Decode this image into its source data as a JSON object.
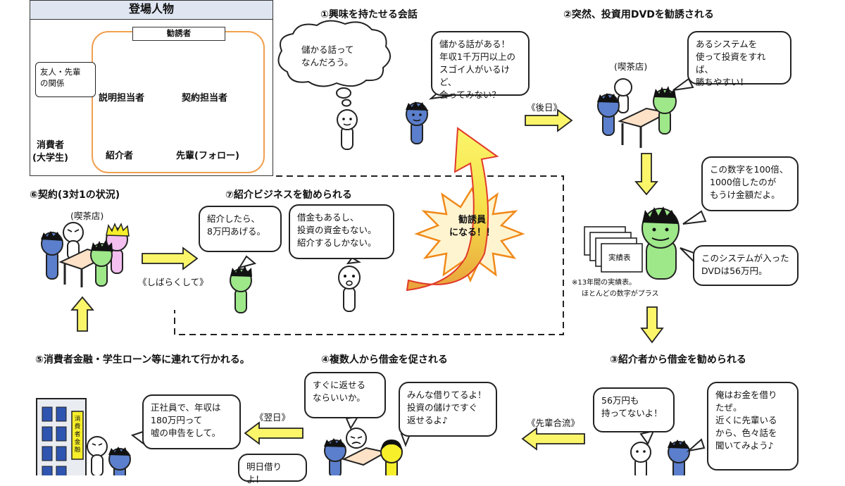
{
  "cast": {
    "header": "登場人物",
    "group_label": "勧誘者",
    "relation_note": "友人・先輩\nの関係",
    "roles": {
      "explainer": "説明担当者",
      "contractor": "契約担当者",
      "consumer": "消費者\n(大学生)",
      "introducer": "紹介者",
      "senior": "先輩(フォロー)"
    }
  },
  "steps": {
    "s1": {
      "title": "①興味を持たせる会話",
      "thought": "儲かる話って\nなんだろう。",
      "speech": "儲かる話がある！\n年収1千万円以上の\nスゴイ人がいるけど、\n会ってみない？"
    },
    "s2": {
      "title": "②突然、投資用DVDを勧誘される",
      "place": "(喫茶店)",
      "speech": "あるシステムを\n使って投資をすれば、\n勝ちやすい！",
      "speech2": "この数字を100倍、\n1000倍したのが\nもうけ金額だよ。",
      "speech3": "このシステムが入った\nDVDは56万円。",
      "record_label": "実績表",
      "note1": "※13年間の実績表。",
      "note2": "ほとんどの数字がプラス"
    },
    "s3": {
      "title": "③紹介者から借金を勧められる",
      "speech_consumer": "56万円も\n持ってないよ！",
      "speech_senior": "俺はお金を借り\nたぜ。\n近くに先輩いる\nから、色々話を\n聞いてみよう♪"
    },
    "s4": {
      "title": "④複数人から借金を促される",
      "speech1": "すぐに返せる\nならいいか。",
      "speech2": "みんな借りてるよ！\n投資の儲けですぐ\n返せるよ♪",
      "speech3": "明日借りよ！"
    },
    "s5": {
      "title": "⑤消費者金融・学生ローン等に連れて行かれる。",
      "speech": "正社員で、年収は\n180万円って\n嘘の申告をして。",
      "building_sign": "消費者金融"
    },
    "s6": {
      "title": "⑥契約(3対1の状況)",
      "place": "(喫茶店)"
    },
    "s7": {
      "title": "⑦紹介ビジネスを勧められる",
      "speech1": "紹介したら、\n8万円あげる。",
      "speech2": "借金もあるし、\n投資の資金もない。\n紹介するしかない。",
      "burst": "勧誘員\nになる！！"
    }
  },
  "arrows": {
    "next_day": "《後日》",
    "senior_join": "《先輩合流》",
    "following_day": "《翌日》",
    "after_while": "《しばらくして》"
  },
  "colors": {
    "green": "#9ee88a",
    "pink": "#f3bff0",
    "blue": "#5b7fcc",
    "yellow": "#f7ef2a",
    "arrow_yellow": "#fbf56a",
    "orange_frame": "#f0a050",
    "table": "#fde2c8"
  }
}
